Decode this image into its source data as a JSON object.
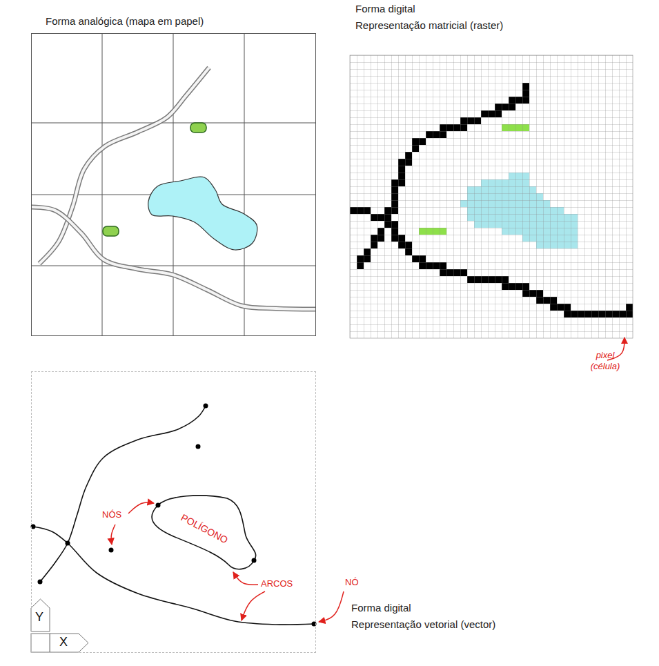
{
  "diagram": {
    "nodes": [
      {
        "text": [
          "Forma analógica (mapa em papel)"
        ]
      },
      {
        "text": [
          "Forma digital",
          "Representação matricial (raster)"
        ]
      },
      {
        "text": [
          "Forma digital",
          "Representação vetorial (vector)"
        ]
      },
      {
        "text": [
          "POLÍGONO"
        ],
        "in": 2
      }
    ],
    "labels": [
      "pixel (célula)",
      "NÓS",
      "ARCOS",
      "NÓ",
      "Y",
      "X"
    ]
  }
}
